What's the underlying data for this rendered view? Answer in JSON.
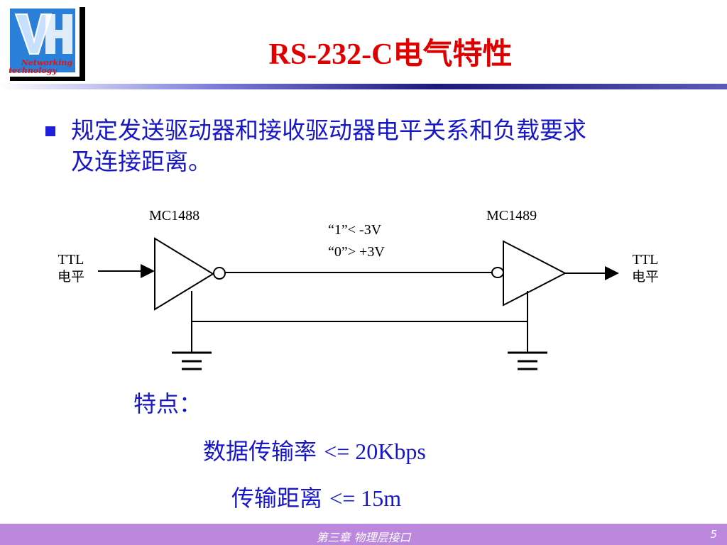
{
  "header": {
    "title": "RS-232-C电气特性",
    "logo_text": [
      "Networking",
      "technology"
    ]
  },
  "bullet": {
    "line1": "规定发送驱动器和接收驱动器电平关系和负载要求",
    "line2": "及连接距离。"
  },
  "diagram": {
    "driver_label": "MC1488",
    "receiver_label": "MC1489",
    "level_one": "“1”< -3V",
    "level_zero": "“0”> +3V",
    "left_ttl": [
      "TTL",
      "电平"
    ],
    "right_ttl": [
      "TTL",
      "电平"
    ]
  },
  "features": {
    "heading": "特点：",
    "rate_label": "数据传输率",
    "rate_value": "<= 20Kbps",
    "distance_label": "传输距离",
    "distance_value": "<= 15m"
  },
  "footer": {
    "chapter": "第三章  物理层接口",
    "page_number": "5"
  },
  "colors": {
    "title": "#e00000",
    "text_blue": "#1717c8",
    "footer_bg": "#bb88dd"
  }
}
